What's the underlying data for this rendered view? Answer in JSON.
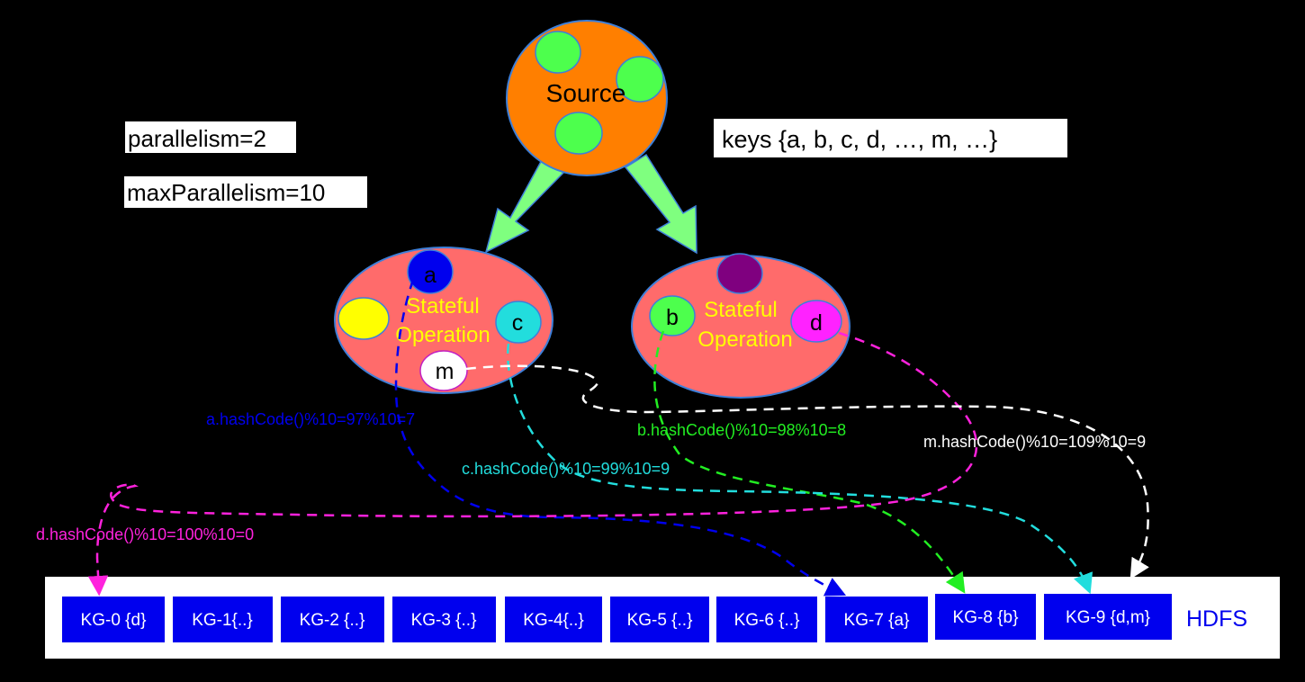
{
  "source": {
    "label": "Source"
  },
  "params": {
    "parallelism": "parallelism=2",
    "max_parallelism": "maxParallelism=10"
  },
  "keys_label": "keys {a, b, c, d, …, m, …}",
  "operators": [
    {
      "label_line1": "Stateful",
      "label_line2": "Operation"
    },
    {
      "label_line1": "Stateful",
      "label_line2": "Operation"
    }
  ],
  "keys": {
    "a": "a",
    "b": "b",
    "c": "c",
    "d": "d",
    "m": "m"
  },
  "hash_labels": {
    "a": "a.hashCode()%10=97%10=7",
    "b": "b.hashCode()%10=98%10=8",
    "c": "c.hashCode()%10=99%10=9",
    "d": "d.hashCode()%10=100%10=0",
    "m": "m.hashCode()%10=109%10=9"
  },
  "key_groups": [
    "KG-0 {d}",
    "KG-1{..}",
    "KG-2 {..}",
    "KG-3 {..}",
    "KG-4{..}",
    "KG-5 {..}",
    "KG-6 {..}",
    "KG-7 {a}",
    "KG-8 {b}",
    "KG-9 {d,m}"
  ],
  "storage_label": "HDFS",
  "colors": {
    "source_fill": "#ff7f00",
    "operator_fill": "#ff6b6b",
    "element_green": "#4dff4d",
    "key_group_fill": "#0000ee",
    "hdfs_text": "#0000ee",
    "key_a": "#0000ee",
    "key_b": "#22ee22",
    "key_c": "#22dddd",
    "key_d": "#ff22dd",
    "key_m": "#ffffff",
    "arrow_fill": "#7fff7f",
    "stateful_text": "#ffff00"
  }
}
